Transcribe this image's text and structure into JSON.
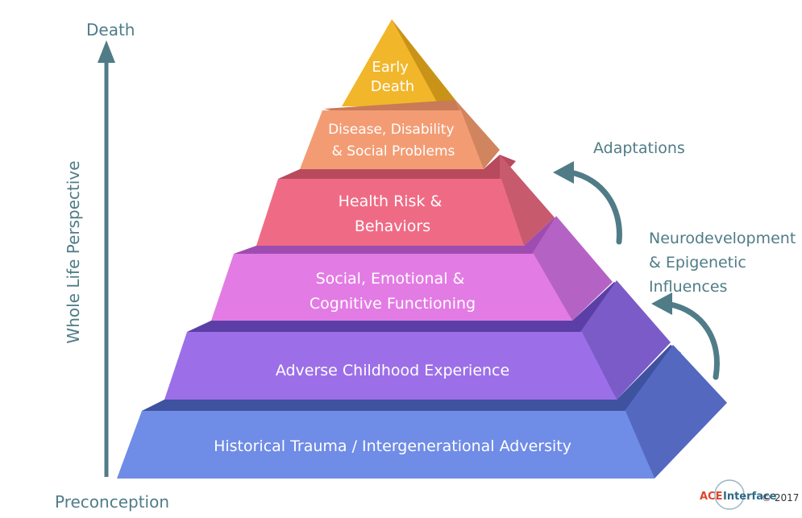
{
  "axis": {
    "top_label": "Death",
    "bottom_label": "Preconception",
    "vertical_label": "Whole Life Perspective"
  },
  "pyramid": {
    "tiers": [
      {
        "lines": [
          "Early",
          "Death"
        ],
        "color": "#f2b62b"
      },
      {
        "lines": [
          "Disease, Disability",
          "& Social Problems"
        ],
        "color": "#f39c74"
      },
      {
        "lines": [
          "Health Risk &",
          "Behaviors"
        ],
        "color": "#ef6b85"
      },
      {
        "lines": [
          "Social, Emotional &",
          "Cognitive Functioning"
        ],
        "color": "#e37be4"
      },
      {
        "lines": [
          "Adverse Childhood Experience"
        ],
        "color": "#9c6fe8"
      },
      {
        "lines": [
          "Historical Trauma / Intergenerational Adversity"
        ],
        "color": "#6f8ce6"
      }
    ]
  },
  "side": {
    "adaptations": "Adaptations",
    "neuro_lines": [
      "Neurodevelopment",
      "& Epigenetic",
      "Influences"
    ],
    "arrow_color": "#4f7c87"
  },
  "footer": {
    "brand_ace": "ACE",
    "brand_interface": "Interface",
    "copyright": "© 2017"
  }
}
